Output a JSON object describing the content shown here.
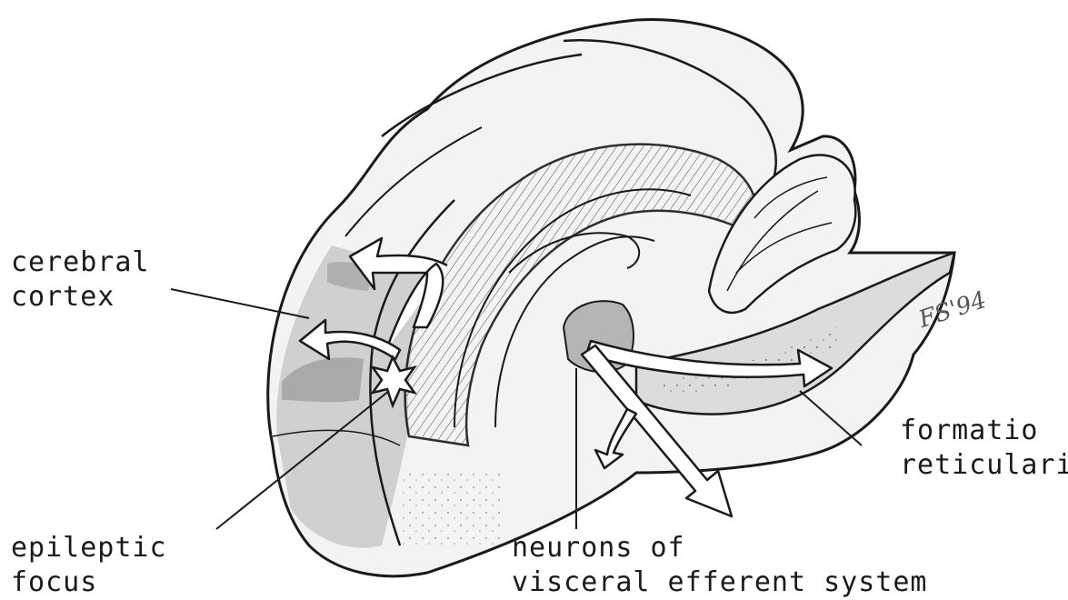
{
  "labels": {
    "cerebral_cortex": [
      "cerebral",
      "cortex"
    ],
    "epileptic_focus": [
      "epileptic",
      "focus"
    ],
    "neurons": [
      "neurons of",
      "visceral efferent system"
    ],
    "formatio": [
      "formatio",
      "reticularis"
    ]
  },
  "signature": "FS'94",
  "colors": {
    "ink": "#1a1a1a",
    "paper": "#f3f3f3",
    "shade": "#c9c9c9",
    "dark_shade": "#a9a9a9"
  }
}
